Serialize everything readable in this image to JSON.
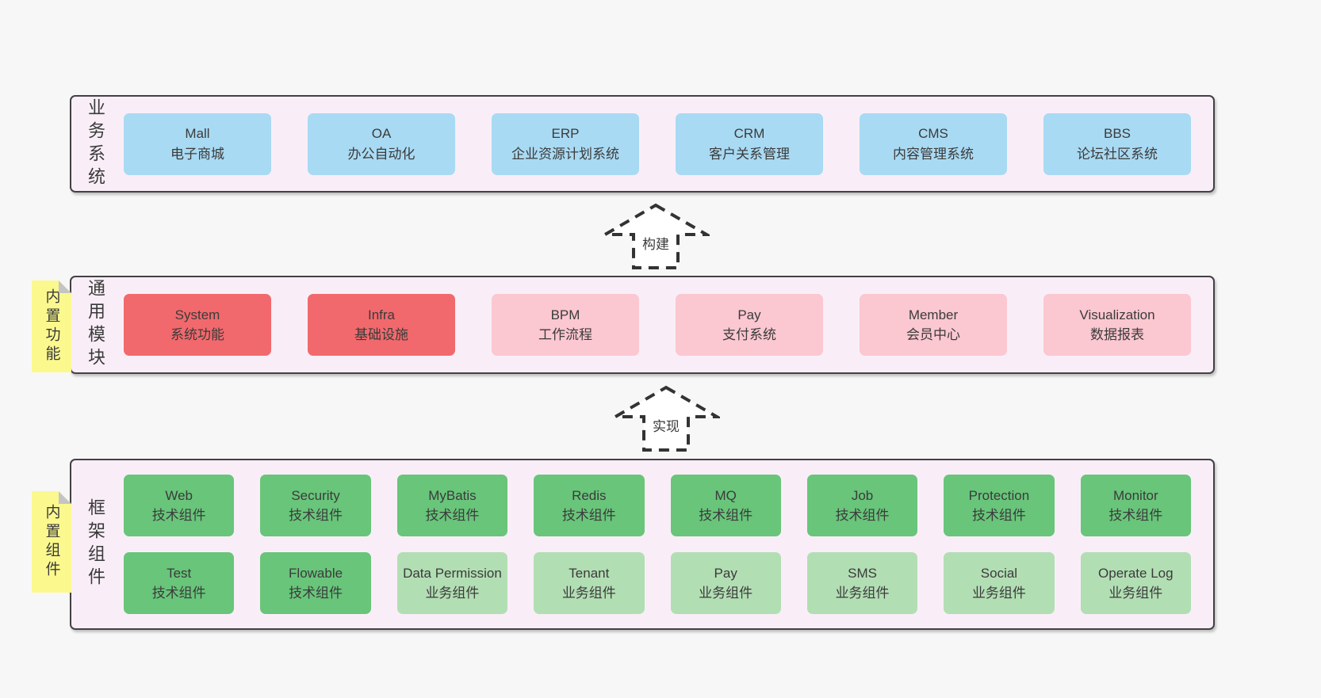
{
  "colors": {
    "page_background": "#f7f7f7",
    "container_background": "#f9eef7",
    "container_border": "#424242",
    "box_blue": "#a9daf3",
    "box_red": "#f1696c",
    "box_pink": "#fbc7d0",
    "box_green": "#68c57a",
    "box_green_light": "#b2deb3",
    "sticky_yellow": "#fbf98e",
    "sticky_fold_grey": "#c4c4c4",
    "text": "#3b3b3b"
  },
  "arrows": [
    {
      "label": "构建"
    },
    {
      "label": "实现"
    }
  ],
  "layers": [
    {
      "label": "业务系统",
      "boxes": [
        {
          "name": "Mall",
          "desc": "电子商城"
        },
        {
          "name": "OA",
          "desc": "办公自动化"
        },
        {
          "name": "ERP",
          "desc": "企业资源计划系统"
        },
        {
          "name": "CRM",
          "desc": "客户关系管理"
        },
        {
          "name": "CMS",
          "desc": "内容管理系统"
        },
        {
          "name": "BBS",
          "desc": "论坛社区系统"
        }
      ]
    },
    {
      "label": "通用模块",
      "sticky": "内置功能",
      "boxes": [
        {
          "name": "System",
          "desc": "系统功能"
        },
        {
          "name": "Infra",
          "desc": "基础设施"
        },
        {
          "name": "BPM",
          "desc": "工作流程"
        },
        {
          "name": "Pay",
          "desc": "支付系统"
        },
        {
          "name": "Member",
          "desc": "会员中心"
        },
        {
          "name": "Visualization",
          "desc": "数据报表"
        }
      ]
    },
    {
      "label": "框架组件",
      "sticky": "内置组件",
      "rows": [
        {
          "boxes": [
            {
              "name": "Web",
              "desc": "技术组件"
            },
            {
              "name": "Security",
              "desc": "技术组件"
            },
            {
              "name": "MyBatis",
              "desc": "技术组件"
            },
            {
              "name": "Redis",
              "desc": "技术组件"
            },
            {
              "name": "MQ",
              "desc": "技术组件"
            },
            {
              "name": "Job",
              "desc": "技术组件"
            },
            {
              "name": "Protection",
              "desc": "技术组件"
            },
            {
              "name": "Monitor",
              "desc": "技术组件"
            }
          ]
        },
        {
          "boxes": [
            {
              "name": "Test",
              "desc": "技术组件"
            },
            {
              "name": "Flowable",
              "desc": "技术组件"
            },
            {
              "name": "Data Permission",
              "desc": "业务组件"
            },
            {
              "name": "Tenant",
              "desc": "业务组件"
            },
            {
              "name": "Pay",
              "desc": "业务组件"
            },
            {
              "name": "SMS",
              "desc": "业务组件"
            },
            {
              "name": "Social",
              "desc": "业务组件"
            },
            {
              "name": "Operate Log",
              "desc": "业务组件"
            }
          ]
        }
      ]
    }
  ]
}
